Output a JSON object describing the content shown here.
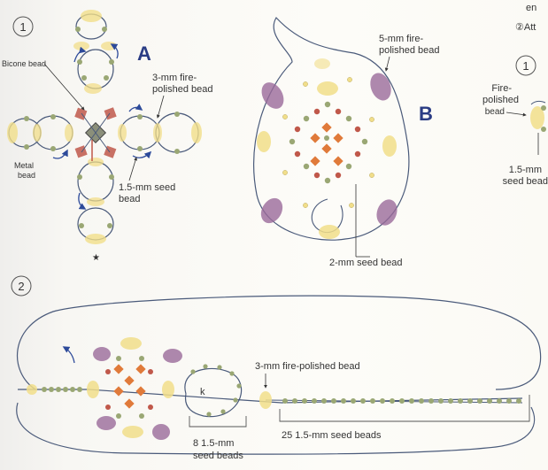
{
  "steps": {
    "step1": "1",
    "step2": "2",
    "step1_right": "1"
  },
  "figure_a": {
    "letter": "A",
    "bicone_bead": "Bicone bead",
    "fire_polished_3mm_line1": "3-mm fire-",
    "fire_polished_3mm_line2": "polished bead",
    "metal_bead_line1": "Metal",
    "metal_bead_line2": "bead",
    "seed_bead_line1": "1.5-mm seed",
    "seed_bead_line2": "bead",
    "start_marker": "★"
  },
  "figure_b": {
    "letter": "B",
    "fire_polished_5mm_line1": "5-mm fire-",
    "fire_polished_5mm_line2": "polished bead",
    "seed_2mm": "2-mm seed bead"
  },
  "right_fragment": {
    "top_text": "en",
    "attach_text": "②Att",
    "fire_line1": "Fire-",
    "fire_line2": "polished",
    "fire_line3": "bead",
    "seed_line1": "1.5-mm",
    "seed_line2": "seed bead"
  },
  "figure_2": {
    "fire_polished_3mm": "3-mm fire-polished bead",
    "seed_25": "25 1.5-mm seed beads",
    "seed_8_line1": "8 1.5-mm",
    "seed_8_line2": "seed beads"
  },
  "colors": {
    "fire_polished_yellow": "#f1de8a",
    "bicone_red": "#c0584a",
    "seed_green": "#9aa774",
    "purple": "#9a6a9a",
    "orange": "#e07a3a",
    "thread": "#4a5a7a",
    "arrow_blue": "#2d4a9a"
  }
}
